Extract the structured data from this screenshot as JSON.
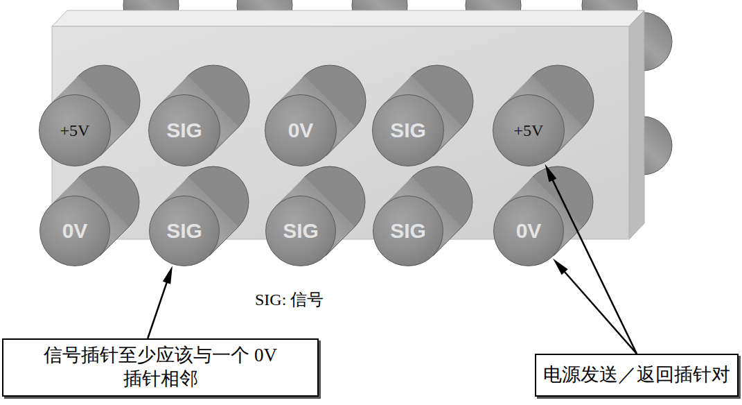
{
  "diagram": {
    "nodes": [
      {
        "text": [
          "+5V"
        ]
      },
      {
        "text": [
          "SIG"
        ]
      },
      {
        "text": [
          "0V"
        ]
      },
      {
        "text": [
          "SIG"
        ]
      },
      {
        "text": [
          "+5V"
        ]
      },
      {
        "text": [
          "0V"
        ]
      },
      {
        "text": [
          "SIG"
        ]
      },
      {
        "text": [
          "SIG"
        ]
      },
      {
        "text": [
          "SIG"
        ]
      },
      {
        "text": [
          "0V"
        ]
      },
      {
        "text": [
          "信号插针至少应该与一个 0V 插针相邻"
        ]
      },
      {
        "text": [
          "电源发送／返回插针对"
        ]
      }
    ],
    "edges": [
      {
        "from": 10,
        "to": 6,
        "arrow": "to"
      },
      {
        "from": 11,
        "to": 4,
        "arrow": "to"
      },
      {
        "from": 11,
        "to": 9,
        "arrow": "to"
      }
    ],
    "labels": [
      "SIG: 信号"
    ]
  }
}
